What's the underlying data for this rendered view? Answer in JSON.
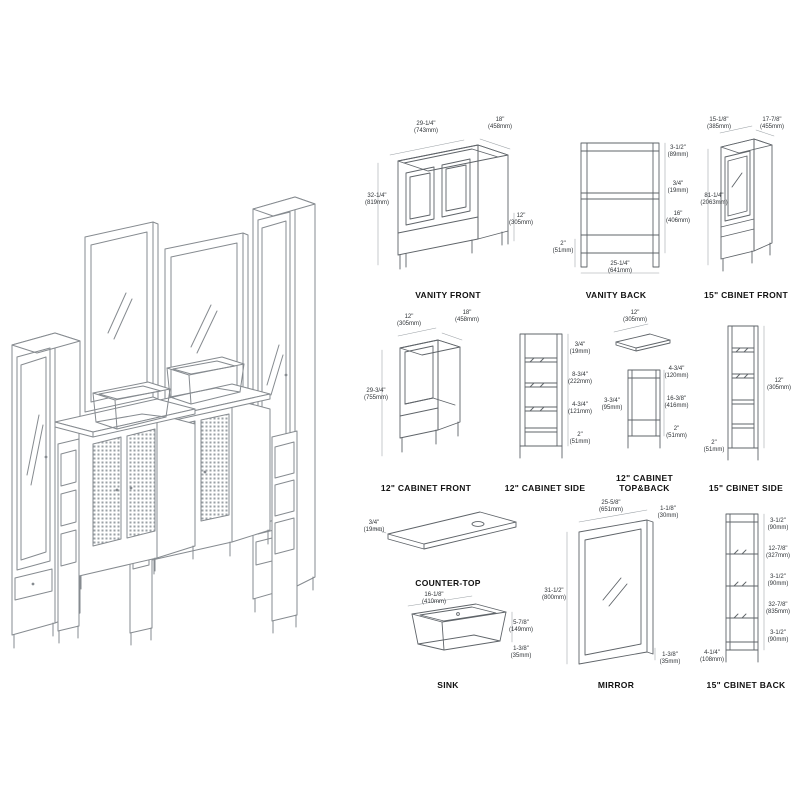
{
  "sheet": {
    "background": "#ffffff",
    "ink": "#5f6469",
    "dim_line": "#9aa0a5",
    "caption_color": "#111111"
  },
  "scene": {
    "name": "isometric-vanity-set-overview",
    "description": "double vanity set with vessel sinks, two mirrors, two tall linen cabinets and drawer columns"
  },
  "panels": [
    {
      "id": "vanity-front",
      "label": "VANITY FRONT",
      "dims": [
        "29-1/4\"\n(743mm)",
        "18\"\n(458mm)",
        "32-1/4\"\n(819mm)",
        "12\"\n(305mm)"
      ]
    },
    {
      "id": "vanity-back",
      "label": "VANITY BACK",
      "dims": [
        "3-1/2\"\n(89mm)",
        "3/4\"\n(19mm)",
        "16\"\n(406mm)",
        "2\"\n(51mm)",
        "25-1/4\"\n(641mm)"
      ]
    },
    {
      "id": "cbinet15-front",
      "label": "15\" CBINET FRONT",
      "dims": [
        "15-1/8\"\n(385mm)",
        "17-7/8\"\n(455mm)",
        "81-1/4\"\n(2063mm)"
      ]
    },
    {
      "id": "cab12-front",
      "label": "12\" CABINET FRONT",
      "dims": [
        "12\"\n(305mm)",
        "18\"\n(458mm)",
        "29-3/4\"\n(755mm)"
      ]
    },
    {
      "id": "cab12-side",
      "label": "12\" CABINET SIDE",
      "dims": [
        "3/4\"\n(19mm)",
        "8-3/4\"\n(222mm)",
        "4-3/4\"\n(121mm)",
        "2\"\n(51mm)"
      ]
    },
    {
      "id": "cab12-topback",
      "label": "12\" CABINET TOP&BACK",
      "dims": [
        "12\"\n(305mm)",
        "4-3/4\"\n(120mm)",
        "16-3/8\"\n(416mm)",
        "2\"\n(51mm)",
        "3-3/4\"\n(95mm)"
      ]
    },
    {
      "id": "cbinet15-side",
      "label": "15\" CBINET SIDE",
      "dims": [
        "12\"\n(305mm)",
        "2\"\n(51mm)"
      ]
    },
    {
      "id": "counter-top",
      "label": "COUNTER-TOP",
      "dims": [
        "3/4\"\n(19mm)"
      ]
    },
    {
      "id": "sink",
      "label": "SINK",
      "dims": [
        "16-1/8\"\n(410mm)",
        "5-7/8\"\n(149mm)",
        "1-3/8\"\n(35mm)"
      ]
    },
    {
      "id": "mirror",
      "label": "MIRROR",
      "dims": [
        "25-5/8\"\n(651mm)",
        "1-1/8\"\n(30mm)",
        "31-1/2\"\n(800mm)",
        "1-3/8\"\n(35mm)"
      ]
    },
    {
      "id": "cbinet15-back",
      "label": "15\" CBINET BACK",
      "dims": [
        "3-1/2\"\n(90mm)",
        "12-7/8\"\n(327mm)",
        "3-1/2\"\n(90mm)",
        "32-7/8\"\n(835mm)",
        "3-1/2\"\n(90mm)",
        "4-1/4\"\n(108mm)"
      ]
    }
  ]
}
